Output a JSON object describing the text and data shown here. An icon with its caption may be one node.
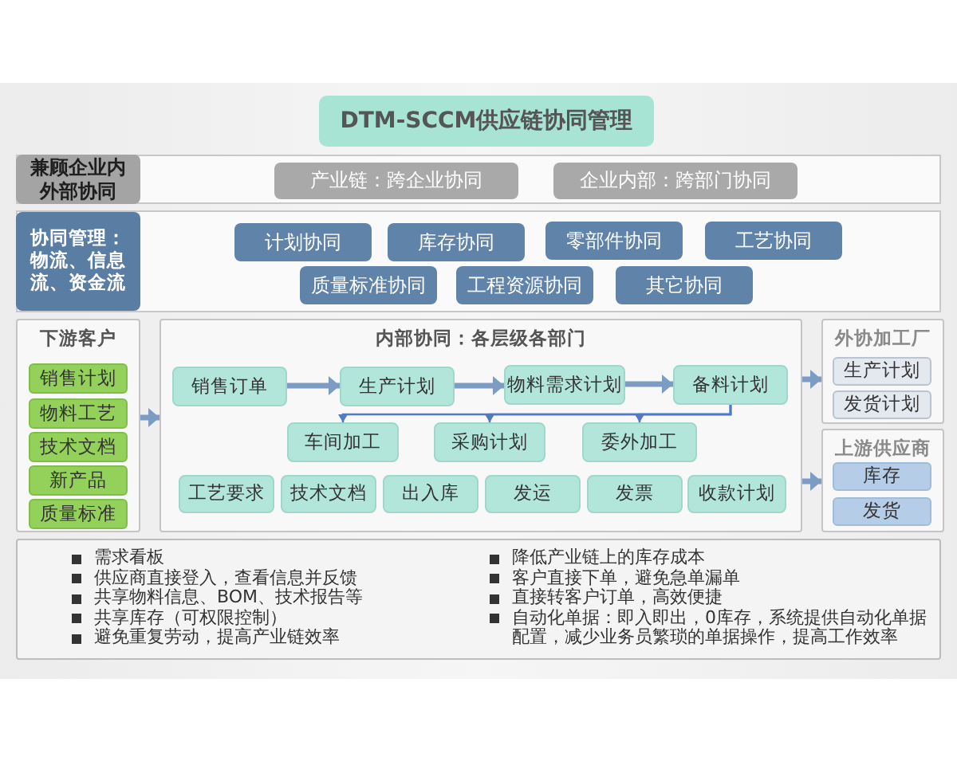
{
  "diagram": {
    "nodes": [
      {
        "text": [
          "DTM-SCCM供应链协同管理"
        ]
      },
      {
        "text": [
          "兼顾企业内外部协同"
        ]
      },
      {
        "text": [
          "产业链：跨企业协同"
        ]
      },
      {
        "text": [
          "企业内部：跨部门协同"
        ]
      },
      {
        "text": [
          "协同管理：物流、信息流、资金流"
        ]
      },
      {
        "text": [
          "计划协同"
        ]
      },
      {
        "text": [
          "库存协同"
        ]
      },
      {
        "text": [
          "零部件协同"
        ]
      },
      {
        "text": [
          "工艺协同"
        ]
      },
      {
        "text": [
          "质量标准协同"
        ]
      },
      {
        "text": [
          "工程资源协同"
        ]
      },
      {
        "text": [
          "其它协同"
        ]
      },
      {
        "text": [
          "下游客户"
        ]
      },
      {
        "text": [
          "销售计划"
        ],
        "in": 12
      },
      {
        "text": [
          "物料工艺"
        ],
        "in": 12
      },
      {
        "text": [
          "技术文档"
        ],
        "in": 12
      },
      {
        "text": [
          "新产品"
        ],
        "in": 12
      },
      {
        "text": [
          "质量标准"
        ],
        "in": 12
      },
      {
        "text": [
          "内部协同：各层级各部门"
        ]
      },
      {
        "text": [
          "销售订单"
        ],
        "in": 18
      },
      {
        "text": [
          "生产计划"
        ],
        "in": 18
      },
      {
        "text": [
          "物料需求计划"
        ],
        "in": 18
      },
      {
        "text": [
          "备料计划"
        ],
        "in": 18
      },
      {
        "text": [
          "车间加工"
        ],
        "in": 18
      },
      {
        "text": [
          "采购计划"
        ],
        "in": 18
      },
      {
        "text": [
          "委外加工"
        ],
        "in": 18
      },
      {
        "text": [
          "工艺要求"
        ],
        "in": 18
      },
      {
        "text": [
          "技术文档"
        ],
        "in": 18
      },
      {
        "text": [
          "出入库"
        ],
        "in": 18
      },
      {
        "text": [
          "发运"
        ],
        "in": 18
      },
      {
        "text": [
          "发票"
        ],
        "in": 18
      },
      {
        "text": [
          "收款计划"
        ],
        "in": 18
      },
      {
        "text": [
          "外协加工厂"
        ]
      },
      {
        "text": [
          "生产计划"
        ],
        "in": 32
      },
      {
        "text": [
          "发货计划"
        ],
        "in": 32
      },
      {
        "text": [
          "上游供应商"
        ]
      },
      {
        "text": [
          "库存"
        ],
        "in": 35
      },
      {
        "text": [
          "发货"
        ],
        "in": 35
      },
      {
        "text": [
          "需求看板",
          "供应商直接登入，查看信息并反馈",
          "共享物料信息、BOM、技术报告等",
          "共享库存（可权限控制）",
          "避免重复劳动，提高产业链效率",
          "降低产业链上的库存成本",
          "客户直接下单，避免急单漏单",
          "直接转客户订单，高效便捷",
          "自动化单据：即入即出，0库存，系统提供自动化单据配置，减少业务员繁琐的单据操作，提高工作效率"
        ]
      }
    ],
    "edges": [
      {
        "from": 12,
        "to": 18,
        "arrow": "to"
      },
      {
        "from": 19,
        "to": 20,
        "arrow": "to"
      },
      {
        "from": 20,
        "to": 21,
        "arrow": "to"
      },
      {
        "from": 21,
        "to": 22,
        "arrow": "to"
      },
      {
        "from": 22,
        "to": 23,
        "arrow": "to",
        "color": "#4f7ac7"
      },
      {
        "from": 22,
        "to": 24,
        "arrow": "to",
        "color": "#4f7ac7"
      },
      {
        "from": 22,
        "to": 25,
        "arrow": "to",
        "color": "#4f7ac7"
      },
      {
        "from": 18,
        "to": 32,
        "arrow": "to"
      },
      {
        "from": 18,
        "to": 35,
        "arrow": "to"
      }
    ]
  }
}
